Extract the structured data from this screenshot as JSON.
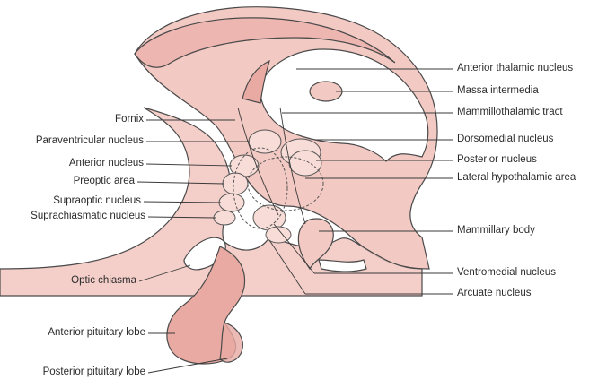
{
  "labels_left": [
    {
      "id": "fornix",
      "text": "Fornix"
    },
    {
      "id": "paraventricular",
      "text": "Paraventricular nucleus"
    },
    {
      "id": "anterior_nucleus",
      "text": "Anterior nucleus"
    },
    {
      "id": "preoptic",
      "text": "Preoptic area"
    },
    {
      "id": "supraoptic",
      "text": "Supraoptic nucleus"
    },
    {
      "id": "suprachiasmatic",
      "text": "Suprachiasmatic nucleus"
    },
    {
      "id": "optic_chiasma",
      "text": "Optic chiasma"
    },
    {
      "id": "anterior_pituitary",
      "text": "Anterior pituitary lobe"
    },
    {
      "id": "posterior_pituitary",
      "text": "Posterior pituitary lobe"
    }
  ],
  "labels_right": [
    {
      "id": "anterior_thalamic",
      "text": "Anterior thalamic nucleus"
    },
    {
      "id": "massa_intermedia",
      "text": "Massa intermedia"
    },
    {
      "id": "mammillothalamic",
      "text": "Mammillothalamic tract"
    },
    {
      "id": "dorsomedial",
      "text": "Dorsomedial nucleus"
    },
    {
      "id": "posterior_nucleus",
      "text": "Posterior nucleus"
    },
    {
      "id": "lateral_hypothalamic",
      "text": "Lateral hypothalamic area"
    },
    {
      "id": "mammillary_body",
      "text": "Mammillary body"
    },
    {
      "id": "ventromedial",
      "text": "Ventromedial nucleus"
    },
    {
      "id": "arcuate",
      "text": "Arcuate nucleus"
    }
  ],
  "colors": {
    "tissue": "#f3c9c3",
    "tissue_dark": "#e9aaa3",
    "nucleus": "#f7dcd7",
    "outline": "#4a4a4a"
  }
}
